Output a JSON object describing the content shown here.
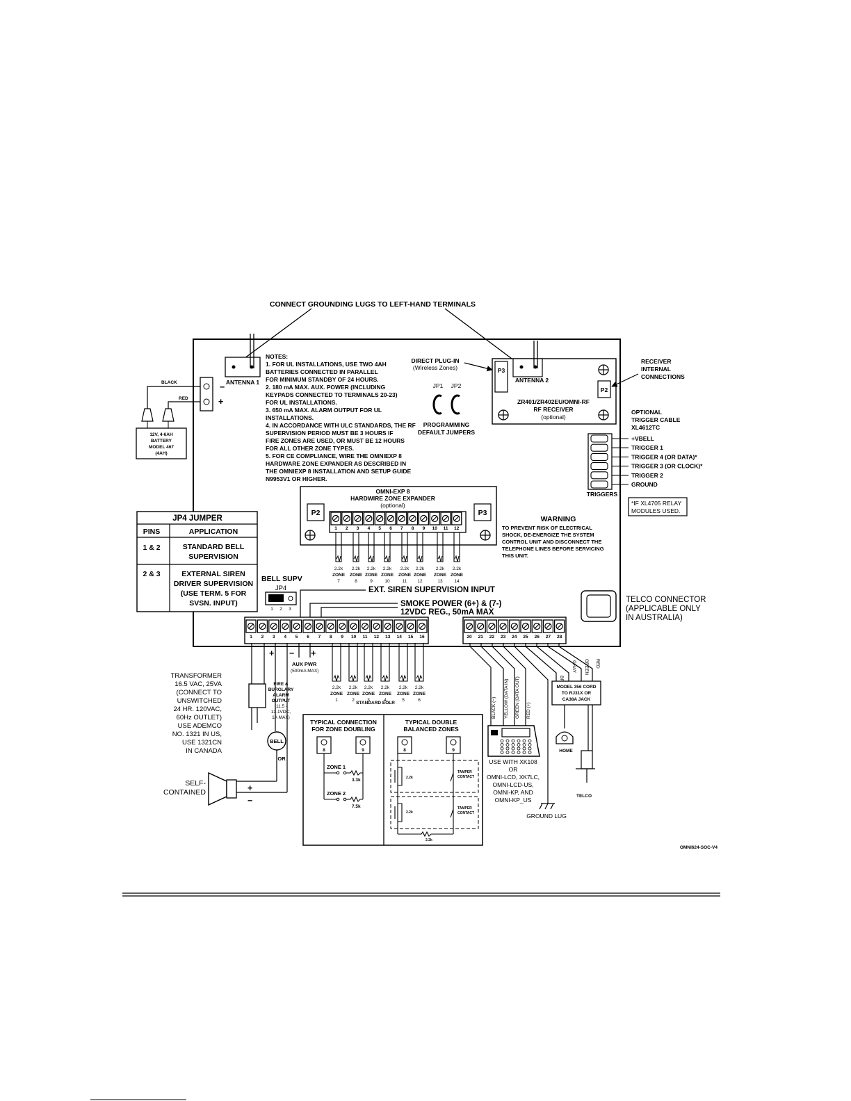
{
  "top_label": "CONNECT GROUNDING LUGS TO LEFT-HAND TERMINALS",
  "battery": {
    "black": "BLACK",
    "red": "RED",
    "minus": "−",
    "plus": "+",
    "lines": [
      "12V, 4-6AH",
      "BATTERY",
      "MODEL 467",
      "(4AH)"
    ]
  },
  "antenna1": "ANTENNA 1",
  "notes": {
    "title": "NOTES:",
    "lines": [
      "1. FOR UL INSTALLATIONS, USE TWO 4AH",
      "    BATTERIES CONNECTED IN PARALLEL",
      "    FOR MINIMUM STANDBY OF 24 HOURS.",
      "2. 180 mA MAX. AUX. POWER (INCLUDING",
      "    KEYPADS CONNECTED TO TERMINALS 20-23)",
      "    FOR UL INSTALLATIONS.",
      "3. 650 mA MAX. ALARM OUTPUT FOR UL",
      "    INSTALLATIONS.",
      "4. IN ACCORDANCE WITH ULC STANDARDS, THE RF",
      "    SUPERVISION PERIOD MUST BE 3 HOURS IF",
      "    FIRE ZONES ARE USED, OR MUST BE 12 HOURS",
      "    FOR ALL OTHER ZONE TYPES.",
      "5. FOR CE COMPLIANCE, WIRE THE OMNIEXP 8",
      "    HARDWARE ZONE EXPANDER AS DESCRIBED IN",
      "    THE OMNIEXP 8 INSTALLATION AND SETUP GUIDE",
      "    N9953V1 OR HIGHER."
    ]
  },
  "direct_plugin": [
    "DIRECT PLUG-IN",
    "(Wireless Zones)"
  ],
  "jumpers": {
    "jp1": "JP1",
    "jp2": "JP2",
    "caption": [
      "PROGRAMMING",
      "DEFAULT JUMPERS"
    ]
  },
  "rf_receiver": {
    "p3": "P3",
    "p2": "P2",
    "antenna2": "ANTENNA 2",
    "lines": [
      "ZR401/ZR402EU/OMNI-RF",
      "RF RECEIVER",
      "(optional)"
    ]
  },
  "receiver_internal": [
    "RECEIVER",
    "INTERNAL",
    "CONNECTIONS"
  ],
  "trigger_cable": {
    "title": [
      "OPTIONAL",
      "TRIGGER CABLE",
      "XL4612TC"
    ],
    "items": [
      "+VBELL",
      "TRIGGER 1",
      "TRIGGER 4 (OR DATA)*",
      "TRIGGER 3 (OR CLOCK)*",
      "TRIGGER 2",
      "GROUND"
    ],
    "label": "TRIGGERS",
    "footnote": [
      "*IF XL4705 RELAY",
      "MODULES USED."
    ]
  },
  "expander": {
    "title": [
      "OMNI-EXP 8",
      "HARDWIRE ZONE EXPANDER",
      "(optional)"
    ],
    "p2": "P2",
    "p3": "P3",
    "terminals": [
      "1",
      "2",
      "3",
      "4",
      "5",
      "6",
      "7",
      "8",
      "9",
      "10",
      "11",
      "12"
    ],
    "resistors": [
      "2.2k",
      "2.2k",
      "2.2k",
      "2.2k",
      "2.2k",
      "2.2k",
      "2.2k",
      "2.2k"
    ],
    "zone_word": "ZONE",
    "zones": [
      "7",
      "8",
      "9",
      "10",
      "11",
      "12",
      "13",
      "14"
    ]
  },
  "warning": {
    "title": "WARNING",
    "lines": [
      "TO PREVENT RISK OF ELECTRICAL",
      "SHOCK, DE-ENERGIZE THE SYSTEM",
      "CONTROL UNIT AND DISCONNECT THE",
      "TELEPHONE LINES BEFORE SERVICING",
      "THIS UNIT."
    ]
  },
  "jp4_table": {
    "title": "JP4 JUMPER",
    "headers": [
      "PINS",
      "APPLICATION"
    ],
    "rows": [
      {
        "pins": "1 & 2",
        "app": [
          "STANDARD BELL",
          "SUPERVISION"
        ]
      },
      {
        "pins": "2 & 3",
        "app": [
          "EXTERNAL SIREN",
          "DRIVER SUPERVISION",
          "(USE TERM. 5 FOR",
          "SVSN. INPUT)"
        ]
      }
    ]
  },
  "bell_supv": {
    "label": "BELL SUPV",
    "jp4": "JP4",
    "pins": [
      "1",
      "2",
      "3"
    ]
  },
  "ext_siren": "EXT. SIREN SUPERVISION INPUT",
  "smoke_power": [
    "SMOKE POWER (6+) & (7-)",
    "12VDC REG., 50mA MAX"
  ],
  "telco_connector": [
    "TELCO CONNECTOR",
    "(APPLICABLE ONLY",
    "IN AUSTRALIA)"
  ],
  "main_terminals": [
    "1",
    "2",
    "3",
    "4",
    "5",
    "6",
    "7",
    "8",
    "9",
    "10",
    "11",
    "12",
    "13",
    "14",
    "15",
    "16"
  ],
  "right_terminals": [
    "20",
    "21",
    "22",
    "23",
    "24",
    "25",
    "26",
    "27",
    "28"
  ],
  "plus_minus": {
    "plus": "+",
    "minus": "−"
  },
  "aux_pwr": [
    "AUX PWR",
    "(500mA MAX)"
  ],
  "std_eolr": {
    "resistors": [
      "2.2k",
      "2.2k",
      "2.2k",
      "2.2k",
      "2.2k",
      "2.2k"
    ],
    "zone_word": "ZONE",
    "zones": [
      "1",
      "2",
      "3",
      "4",
      "5",
      "6"
    ],
    "label": "STANDARD EOLR"
  },
  "transformer": [
    "TRANSFORMER",
    "16.5 VAC, 25VA",
    "(CONNECT TO",
    "UNSWITCHED",
    "24 HR. 120VAC,",
    "60Hz OUTLET)",
    "USE ADEMCO",
    "NO. 1321 IN US,",
    "USE 1321CN",
    "IN CANADA"
  ],
  "alarm_output": [
    "FIRE &",
    "BURGLARY",
    "ALARM",
    "OUTPUT",
    "(11.5 -",
    "13.1VDC,",
    "1A MAX)"
  ],
  "bell": "BELL",
  "or": "OR",
  "speaker": [
    "SELF-",
    "CONTAINED"
  ],
  "zone_doubling": {
    "title": [
      "TYPICAL CONNECTION",
      "FOR ZONE DOUBLING"
    ],
    "t8": "8",
    "t9": "9",
    "zone1": "ZONE 1",
    "zone2": "ZONE 2",
    "r1": "3.3k",
    "r2": "7.5k"
  },
  "double_balanced": {
    "title": [
      "TYPICAL DOUBLE",
      "BALANCED ZONES"
    ],
    "t8": "8",
    "t9": "9",
    "r": "2.2k",
    "tamper": [
      "TAMPER",
      "CONTACT"
    ]
  },
  "keypad_wires": [
    "BLACK (−)",
    "YELLOW (DATA IN)",
    "GREEN (DATA OUT)",
    "RED (+)"
  ],
  "keypad_use": [
    "USE WITH XK108",
    "OR",
    "OMNI-LCD, XK7LC,",
    "OMNI-LCD-US,",
    "OMNI-KP, AND",
    "OMNI-KP_US"
  ],
  "phone_wires": [
    "BROWN",
    "GRAY",
    "GREEN",
    "RED"
  ],
  "cord_box": [
    "MODEL 356 CORD",
    "TO RJ31X OR",
    "CA38A JACK"
  ],
  "home": "HOME",
  "telco": "TELCO",
  "ground_lug": "GROUND LUG",
  "figure_code": "OMNI624-SOC-V4"
}
